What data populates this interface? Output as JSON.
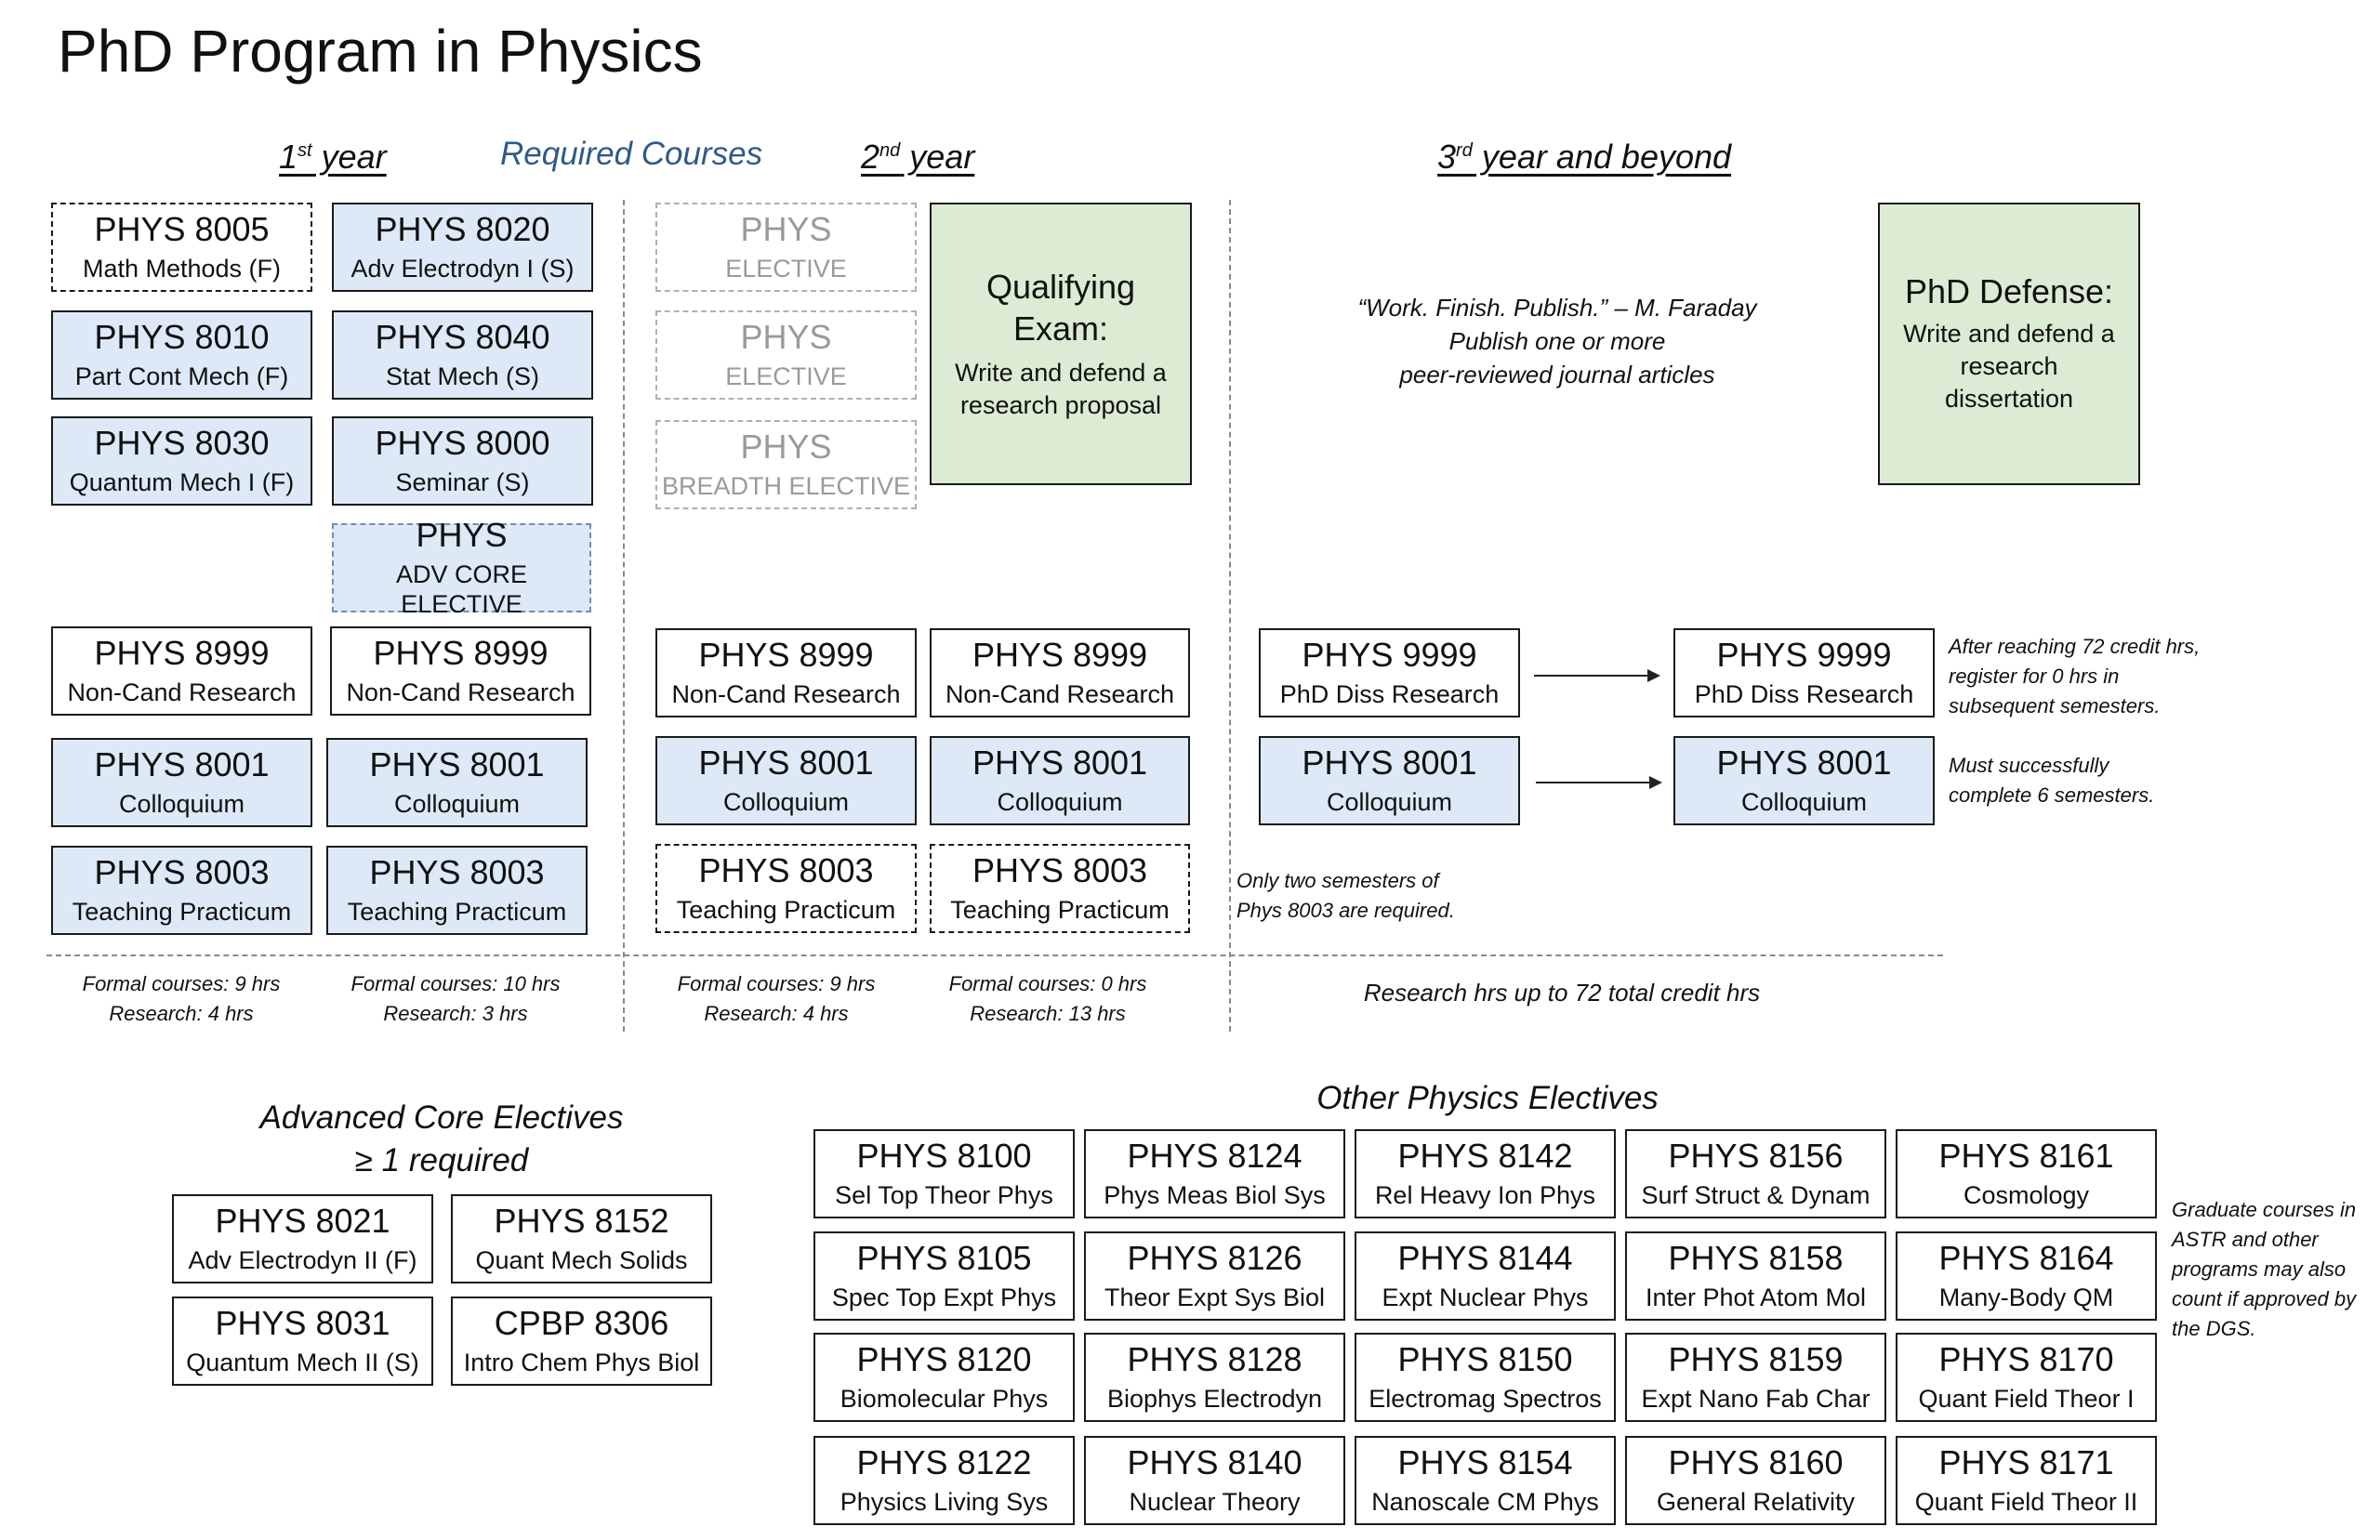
{
  "title": "PhD Program in Physics",
  "headers": {
    "y1_num": "1",
    "y1_sup": "st",
    "y1_rest": " year",
    "required": "Required Courses",
    "y2_num": "2",
    "y2_sup": "nd",
    "y2_rest": " year",
    "y3_num": "3",
    "y3_sup": "rd",
    "y3_rest": " year and beyond"
  },
  "year1": {
    "b1": {
      "code": "PHYS 8005",
      "name": "Math Methods (F)"
    },
    "b2": {
      "code": "PHYS 8020",
      "name": "Adv Electrodyn I (S)"
    },
    "b3": {
      "code": "PHYS 8010",
      "name": "Part Cont Mech (F)"
    },
    "b4": {
      "code": "PHYS 8040",
      "name": "Stat Mech (S)"
    },
    "b5": {
      "code": "PHYS 8030",
      "name": "Quantum Mech I (F)"
    },
    "b6": {
      "code": "PHYS 8000",
      "name": "Seminar (S)"
    },
    "b7": {
      "code": "PHYS",
      "name": "ADV CORE ELECTIVE"
    },
    "r1": {
      "code": "PHYS 8999",
      "name": "Non-Cand Research"
    },
    "r2": {
      "code": "PHYS 8999",
      "name": "Non-Cand Research"
    },
    "c1": {
      "code": "PHYS 8001",
      "name": "Colloquium"
    },
    "c2": {
      "code": "PHYS 8001",
      "name": "Colloquium"
    },
    "t1": {
      "code": "PHYS 8003",
      "name": "Teaching Practicum"
    },
    "t2": {
      "code": "PHYS 8003",
      "name": "Teaching Practicum"
    }
  },
  "year2": {
    "e1": {
      "code": "PHYS",
      "name": "ELECTIVE"
    },
    "e2": {
      "code": "PHYS",
      "name": "ELECTIVE"
    },
    "e3": {
      "code": "PHYS",
      "name": "BREADTH ELECTIVE"
    },
    "qual_title": "Qualifying Exam:",
    "qual_desc": "Write and defend a research proposal",
    "r1": {
      "code": "PHYS 8999",
      "name": "Non-Cand Research"
    },
    "r2": {
      "code": "PHYS 8999",
      "name": "Non-Cand Research"
    },
    "c1": {
      "code": "PHYS 8001",
      "name": "Colloquium"
    },
    "c2": {
      "code": "PHYS 8001",
      "name": "Colloquium"
    },
    "t1": {
      "code": "PHYS 8003",
      "name": "Teaching Practicum"
    },
    "t2": {
      "code": "PHYS 8003",
      "name": "Teaching Practicum"
    },
    "teaching_note": "Only two semesters of Phys 8003 are required."
  },
  "year3": {
    "quote": "“Work.  Finish. Publish.” – M. Faraday",
    "publish1": "Publish one or more",
    "publish2": "peer-reviewed journal articles",
    "defense_title": "PhD Defense:",
    "defense_desc": "Write and defend a research dissertation",
    "d1": {
      "code": "PHYS 9999",
      "name": "PhD Diss Research"
    },
    "d2": {
      "code": "PHYS 9999",
      "name": "PhD Diss Research"
    },
    "c1": {
      "code": "PHYS 8001",
      "name": "Colloquium"
    },
    "c2": {
      "code": "PHYS 8001",
      "name": "Colloquium"
    },
    "diss_note": "After reaching 72 credit hrs, register for 0 hrs in subsequent semesters.",
    "coll_note": "Must successfully complete 6 semesters."
  },
  "hours": {
    "s1a": "Formal courses: 9 hrs",
    "s1b": "Research: 4 hrs",
    "s2a": "Formal courses: 10 hrs",
    "s2b": "Research: 3 hrs",
    "s3a": "Formal courses: 9 hrs",
    "s3b": "Research: 4 hrs",
    "s4a": "Formal courses: 0 hrs",
    "s4b": "Research: 13 hrs",
    "res": "Research hrs up to 72 total credit hrs"
  },
  "adv_core": {
    "title": "Advanced Core Electives",
    "subtitle": "≥ 1 required",
    "courses": [
      {
        "code": "PHYS 8021",
        "name": "Adv Electrodyn II (F)"
      },
      {
        "code": "PHYS 8152",
        "name": "Quant Mech Solids"
      },
      {
        "code": "PHYS 8031",
        "name": "Quantum Mech II (S)"
      },
      {
        "code": "CPBP 8306",
        "name": "Intro Chem Phys Biol"
      }
    ]
  },
  "other": {
    "title": "Other Physics Electives",
    "courses": [
      {
        "code": "PHYS 8100",
        "name": "Sel Top Theor Phys"
      },
      {
        "code": "PHYS 8124",
        "name": "Phys Meas Biol Sys"
      },
      {
        "code": "PHYS 8142",
        "name": "Rel Heavy Ion Phys"
      },
      {
        "code": "PHYS 8156",
        "name": "Surf Struct & Dynam"
      },
      {
        "code": "PHYS 8161",
        "name": "Cosmology"
      },
      {
        "code": "PHYS 8105",
        "name": "Spec Top Expt Phys"
      },
      {
        "code": "PHYS 8126",
        "name": "Theor Expt Sys Biol"
      },
      {
        "code": "PHYS 8144",
        "name": "Expt Nuclear Phys"
      },
      {
        "code": "PHYS 8158",
        "name": "Inter Phot Atom Mol"
      },
      {
        "code": "PHYS 8164",
        "name": "Many-Body QM"
      },
      {
        "code": "PHYS 8120",
        "name": "Biomolecular Phys"
      },
      {
        "code": "PHYS 8128",
        "name": "Biophys Electrodyn"
      },
      {
        "code": "PHYS 8150",
        "name": "Electromag Spectros"
      },
      {
        "code": "PHYS 8159",
        "name": "Expt Nano Fab Char"
      },
      {
        "code": "PHYS 8170",
        "name": "Quant Field Theor I"
      },
      {
        "code": "PHYS 8122",
        "name": "Physics Living Sys"
      },
      {
        "code": "PHYS 8140",
        "name": "Nuclear Theory"
      },
      {
        "code": "PHYS 8154",
        "name": "Nanoscale CM Phys"
      },
      {
        "code": "PHYS 8160",
        "name": "General Relativity"
      },
      {
        "code": "PHYS 8171",
        "name": "Quant Field Theor II"
      }
    ],
    "note": "Graduate courses in ASTR and other programs may also count if approved by the DGS."
  }
}
